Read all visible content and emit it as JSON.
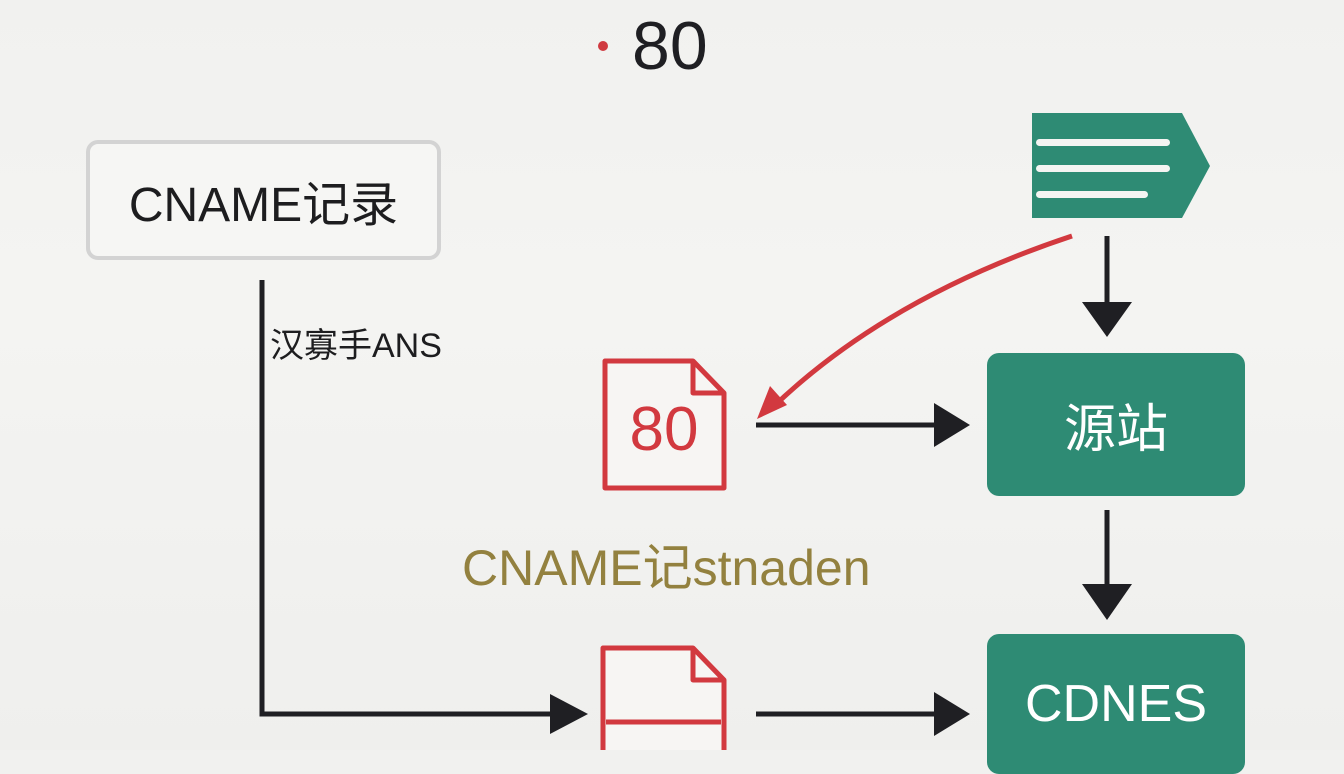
{
  "header": {
    "number": "80"
  },
  "left_box": {
    "label": "CNAME记录"
  },
  "branch_label": "汉寡手ANS",
  "document_top": {
    "label": "80"
  },
  "middle_label": "CNAME记stnaden",
  "nodes": {
    "origin_label": "源站",
    "cdn_label": "CDNES"
  },
  "colors": {
    "accent_green": "#2e8b74",
    "accent_red": "#d2393f",
    "label_gold": "#93813f",
    "line_dark": "#1f1f23",
    "box_border": "#d3d3d3"
  },
  "icons": {
    "top_right": "server-tag-icon",
    "document": "document-icon"
  }
}
